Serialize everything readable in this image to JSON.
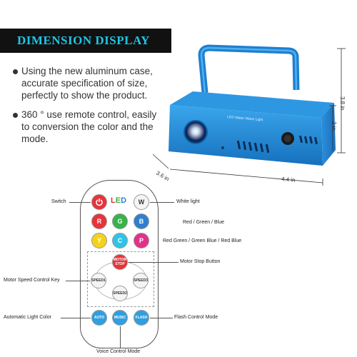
{
  "title": "DIMENSION DISPLAY",
  "bullets": [
    {
      "text": "Using the new aluminum case,\naccurate specification of size,\nperfectly to show the product."
    },
    {
      "text": "360  ° use remote control, easily\nto conversion the color and the\nmode."
    }
  ],
  "dimensions": {
    "height_total": "3.8 in",
    "height_body": "2 in",
    "depth": "3.6 in",
    "width": "4.4 in"
  },
  "device": {
    "panel_text": "LED Water Wave Light"
  },
  "remote": {
    "led_letters": [
      "L",
      "E",
      "D"
    ],
    "buttons": {
      "w": "W",
      "r": "R",
      "g": "G",
      "b": "B",
      "y": "Y",
      "c": "C",
      "p": "P",
      "motor_stop": "MOTOR\nSTOP",
      "speed1": "SPEED1",
      "speed2": "SPEED2",
      "speed3": "SPEED3",
      "auto": "AUTO",
      "music": "MUSIC",
      "flash": "FLASH"
    },
    "labels": {
      "switch": "Switch",
      "white_light": "White light",
      "rgb": "Red / Green / Blue",
      "mixed": "Red Green / Green Blue / Red Blue",
      "motor_stop": "Motor Stop Button",
      "motor_speed": "Motor Speed Control Key",
      "auto_color": "Automatic Light Color",
      "flash_mode": "Flash Control Mode",
      "voice_mode": "Voice Control Mode"
    }
  },
  "colors": {
    "banner_bg": "#111111",
    "banner_text": "#1ec6e8",
    "device_blue": "#1f8fd8",
    "red": "#e8333a",
    "green": "#37b34a",
    "blue": "#2f7fd0",
    "yellow": "#f3d21c",
    "cyan": "#2ec4e6",
    "pink": "#e2318a"
  }
}
